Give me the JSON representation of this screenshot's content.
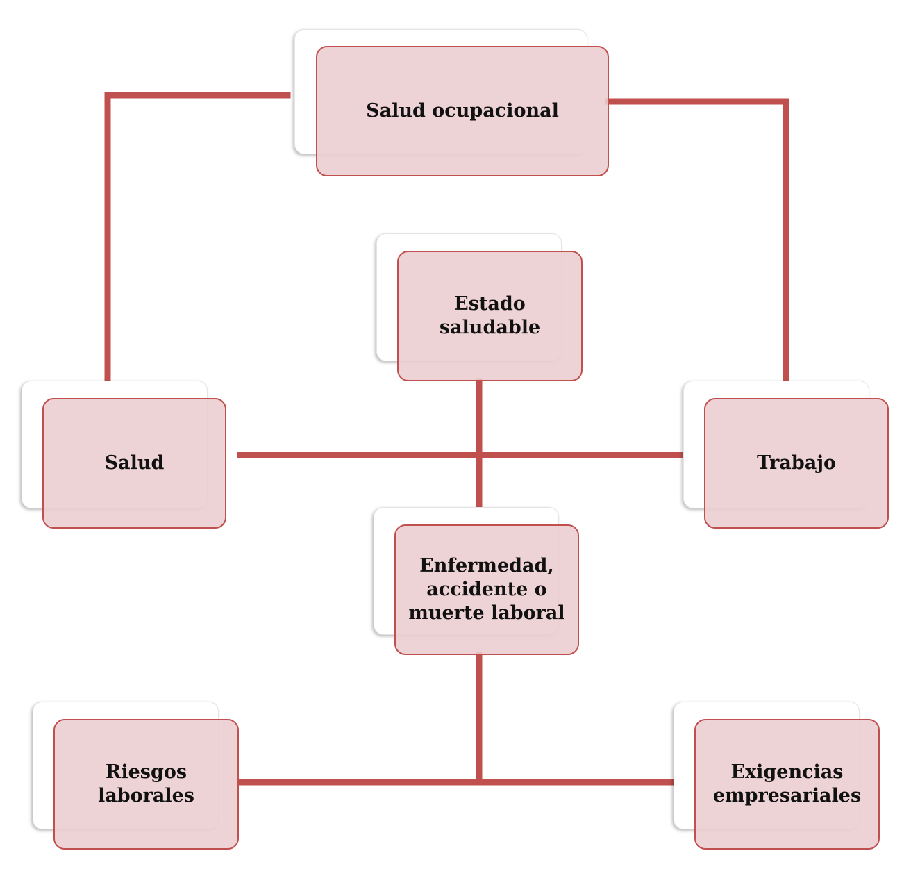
{
  "colors": {
    "accent": "#c0504d",
    "node_fill": "#eccdd0",
    "text": "#111111"
  },
  "nodes": {
    "salud_ocupacional": "Salud ocupacional",
    "estado_saludable": "Estado saludable",
    "salud": "Salud",
    "trabajo": "Trabajo",
    "enfermedad": "Enfermedad,\naccidente o\nmuerte laboral",
    "riesgos": "Riesgos laborales",
    "exigencias": "Exigencias\nempresariales"
  },
  "connections": [
    {
      "from": "salud_ocupacional",
      "to": "salud"
    },
    {
      "from": "salud_ocupacional",
      "to": "trabajo"
    },
    {
      "from": "salud",
      "to": "trabajo"
    },
    {
      "from": "estado_saludable",
      "to": "enfermedad"
    },
    {
      "from": "enfermedad",
      "to": "riesgos"
    },
    {
      "from": "enfermedad",
      "to": "exigencias"
    },
    {
      "from": "riesgos",
      "to": "exigencias"
    }
  ]
}
